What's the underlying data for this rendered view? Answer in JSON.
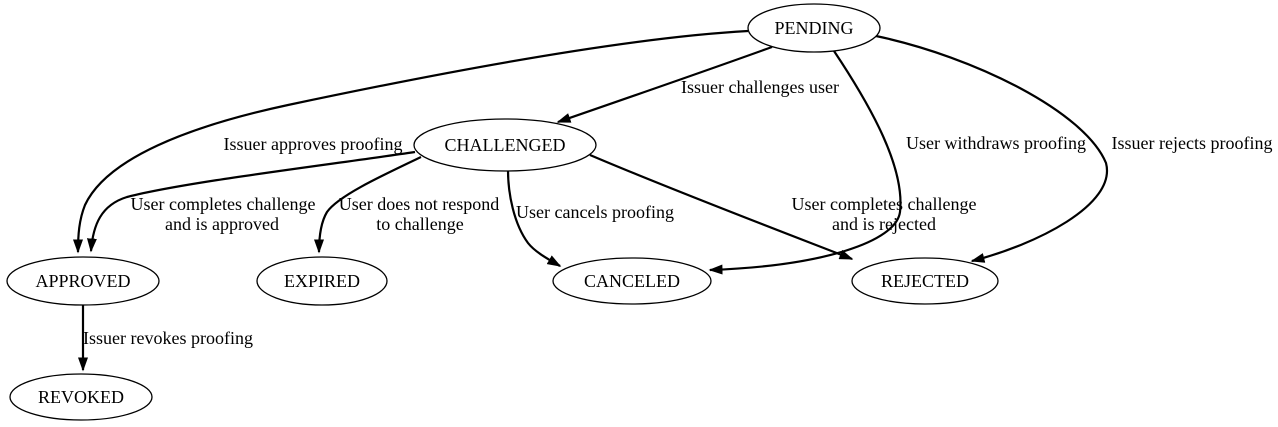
{
  "diagram": {
    "type": "state-machine",
    "background_color": "#ffffff",
    "node_fill_color": "#ffffff",
    "line_color": "#000000",
    "text_color": "#000000",
    "nodes": {
      "pending": {
        "label": "PENDING"
      },
      "challenged": {
        "label": "CHALLENGED"
      },
      "approved": {
        "label": "APPROVED"
      },
      "expired": {
        "label": "EXPIRED"
      },
      "canceled": {
        "label": "CANCELED"
      },
      "rejected": {
        "label": "REJECTED"
      },
      "revoked": {
        "label": "REVOKED"
      }
    },
    "edges": {
      "pending_challenged": {
        "from": "PENDING",
        "to": "CHALLENGED",
        "label": "Issuer challenges user",
        "lines": [
          "Issuer challenges user"
        ]
      },
      "pending_approved": {
        "from": "PENDING",
        "to": "APPROVED",
        "label": "Issuer approves proofing",
        "lines": [
          "Issuer approves proofing"
        ]
      },
      "pending_canceled": {
        "from": "PENDING",
        "to": "CANCELED",
        "label": "User withdraws proofing",
        "lines": [
          "User withdraws proofing"
        ]
      },
      "pending_rejected": {
        "from": "PENDING",
        "to": "REJECTED",
        "label": "Issuer rejects proofing",
        "lines": [
          "Issuer rejects proofing"
        ]
      },
      "challenged_approved": {
        "from": "CHALLENGED",
        "to": "APPROVED",
        "label": "User completes challenge and is approved",
        "lines": [
          "User completes challenge",
          "and is approved"
        ]
      },
      "challenged_expired": {
        "from": "CHALLENGED",
        "to": "EXPIRED",
        "label": "User does not respond to challenge",
        "lines": [
          "User does not respond",
          "to challenge"
        ]
      },
      "challenged_canceled": {
        "from": "CHALLENGED",
        "to": "CANCELED",
        "label": "User cancels proofing",
        "lines": [
          "User cancels proofing"
        ]
      },
      "challenged_rejected": {
        "from": "CHALLENGED",
        "to": "REJECTED",
        "label": "User completes challenge and is rejected",
        "lines": [
          "User completes challenge",
          "and is rejected"
        ]
      },
      "approved_revoked": {
        "from": "APPROVED",
        "to": "REVOKED",
        "label": "Issuer revokes proofing",
        "lines": [
          "Issuer revokes proofing"
        ]
      }
    }
  }
}
